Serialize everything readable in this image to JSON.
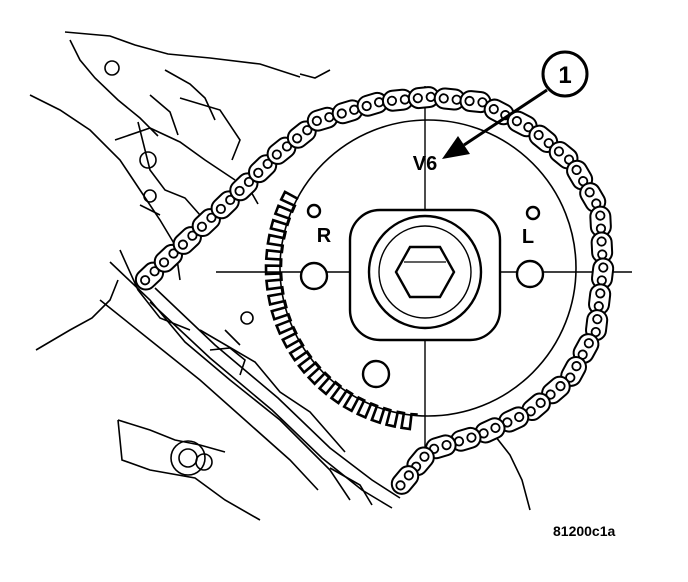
{
  "callout": {
    "number": "1"
  },
  "sprocket": {
    "mark_top": "V6",
    "mark_right": "L",
    "mark_left": "R"
  },
  "figure": {
    "code": "81200c1a"
  },
  "colors": {
    "ink": "#000000",
    "paper": "#ffffff"
  }
}
